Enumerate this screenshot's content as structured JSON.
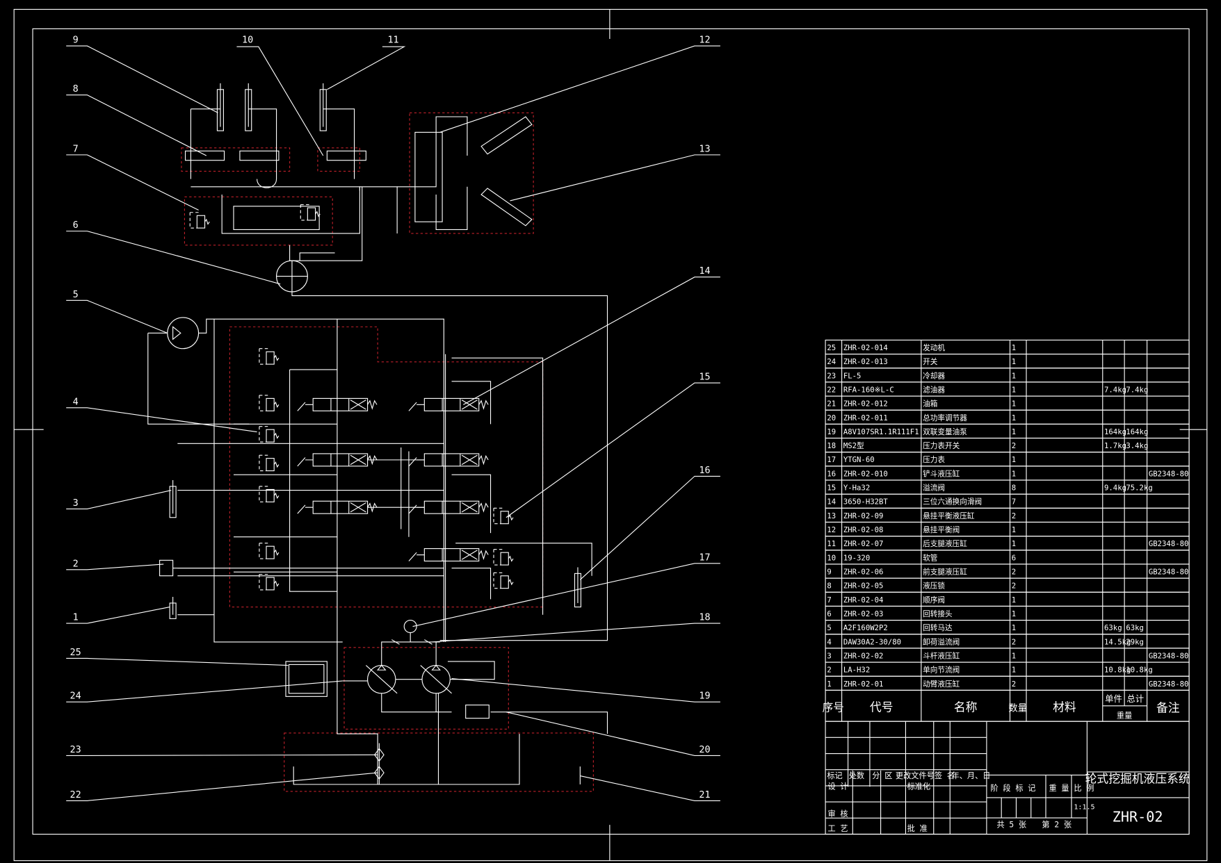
{
  "colors": {
    "background": "#000000",
    "lines": "#ffffff",
    "boundary": "#c0202a"
  },
  "callouts": {
    "left": [
      "9",
      "8",
      "7",
      "6",
      "5",
      "4",
      "3",
      "2",
      "1",
      "25",
      "24",
      "23",
      "22"
    ],
    "top": [
      "10",
      "11"
    ],
    "right": [
      "12",
      "13",
      "14",
      "15",
      "16",
      "17",
      "18",
      "19",
      "20",
      "21"
    ]
  },
  "parts": [
    {
      "no": "25",
      "code": "ZHR-02-014",
      "name": "发动机",
      "qty": "1",
      "material": "",
      "unit": "",
      "total": "",
      "note": ""
    },
    {
      "no": "24",
      "code": "ZHR-02-013",
      "name": "开关",
      "qty": "1",
      "material": "",
      "unit": "",
      "total": "",
      "note": ""
    },
    {
      "no": "23",
      "code": "FL-5",
      "name": "冷却器",
      "qty": "1",
      "material": "",
      "unit": "",
      "total": "",
      "note": ""
    },
    {
      "no": "22",
      "code": "RFA-160※L-C",
      "name": "滤油器",
      "qty": "1",
      "material": "",
      "unit": "7.4kg",
      "total": "7.4kg",
      "note": ""
    },
    {
      "no": "21",
      "code": "ZHR-02-012",
      "name": "油箱",
      "qty": "1",
      "material": "",
      "unit": "",
      "total": "",
      "note": ""
    },
    {
      "no": "20",
      "code": "ZHR-02-011",
      "name": "总功率调节器",
      "qty": "1",
      "material": "",
      "unit": "",
      "total": "",
      "note": ""
    },
    {
      "no": "19",
      "code": "A8V107SR1.1R111F1",
      "name": "双联变量油泵",
      "qty": "1",
      "material": "",
      "unit": "164kg",
      "total": "164kg",
      "note": ""
    },
    {
      "no": "18",
      "code": "MS2型",
      "name": "压力表开关",
      "qty": "2",
      "material": "",
      "unit": "1.7kg",
      "total": "3.4kg",
      "note": ""
    },
    {
      "no": "17",
      "code": "YTGN-60",
      "name": "压力表",
      "qty": "1",
      "material": "",
      "unit": "",
      "total": "",
      "note": ""
    },
    {
      "no": "16",
      "code": "ZHR-02-010",
      "name": "铲斗液压缸",
      "qty": "1",
      "material": "",
      "unit": "",
      "total": "",
      "note": "GB2348-80"
    },
    {
      "no": "15",
      "code": "Y-Ha32",
      "name": "溢流阀",
      "qty": "8",
      "material": "",
      "unit": "9.4kg",
      "total": "75.2kg",
      "note": ""
    },
    {
      "no": "14",
      "code": "3650-H32BT",
      "name": "三位六通换向滑阀",
      "qty": "7",
      "material": "",
      "unit": "",
      "total": "",
      "note": ""
    },
    {
      "no": "13",
      "code": "ZHR-02-09",
      "name": "悬挂平衡液压缸",
      "qty": "2",
      "material": "",
      "unit": "",
      "total": "",
      "note": ""
    },
    {
      "no": "12",
      "code": "ZHR-02-08",
      "name": "悬挂平衡阀",
      "qty": "1",
      "material": "",
      "unit": "",
      "total": "",
      "note": ""
    },
    {
      "no": "11",
      "code": "ZHR-02-07",
      "name": "后支腿液压缸",
      "qty": "1",
      "material": "",
      "unit": "",
      "total": "",
      "note": "GB2348-80"
    },
    {
      "no": "10",
      "code": "19-320",
      "name": "软管",
      "qty": "6",
      "material": "",
      "unit": "",
      "total": "",
      "note": ""
    },
    {
      "no": "9",
      "code": "ZHR-02-06",
      "name": "前支腿液压缸",
      "qty": "2",
      "material": "",
      "unit": "",
      "total": "",
      "note": "GB2348-80"
    },
    {
      "no": "8",
      "code": "ZHR-02-05",
      "name": "液压锁",
      "qty": "2",
      "material": "",
      "unit": "",
      "total": "",
      "note": ""
    },
    {
      "no": "7",
      "code": "ZHR-02-04",
      "name": "顺序阀",
      "qty": "1",
      "material": "",
      "unit": "",
      "total": "",
      "note": ""
    },
    {
      "no": "6",
      "code": "ZHR-02-03",
      "name": "回转接头",
      "qty": "1",
      "material": "",
      "unit": "",
      "total": "",
      "note": ""
    },
    {
      "no": "5",
      "code": "A2F160W2P2",
      "name": "回转马达",
      "qty": "1",
      "material": "",
      "unit": "63kg",
      "total": "63kg",
      "note": ""
    },
    {
      "no": "4",
      "code": "DAW30A2-30/80",
      "name": "卸荷溢流阀",
      "qty": "2",
      "material": "",
      "unit": "14.5kg",
      "total": "29kg",
      "note": ""
    },
    {
      "no": "3",
      "code": "ZHR-02-02",
      "name": "斗杆液压缸",
      "qty": "1",
      "material": "",
      "unit": "",
      "total": "",
      "note": "GB2348-80"
    },
    {
      "no": "2",
      "code": "LA-H32",
      "name": "单向节流阀",
      "qty": "1",
      "material": "",
      "unit": "10.8kg",
      "total": "10.8kg",
      "note": ""
    },
    {
      "no": "1",
      "code": "ZHR-02-01",
      "name": "动臂液压缸",
      "qty": "2",
      "material": "",
      "unit": "",
      "total": "",
      "note": "GB2348-80"
    }
  ],
  "header": {
    "no": "序号",
    "code": "代号",
    "name": "名称",
    "qty": "数量",
    "material": "材料",
    "unit": "单件",
    "total": "总计",
    "weight": "重量",
    "note": "备注"
  },
  "title_block": {
    "revision_labels": [
      "标记",
      "处数",
      "分 区",
      "更改文件号",
      "签 名",
      "年、月、日"
    ],
    "design": "设 计",
    "standardize": "标准化",
    "review": "审 核",
    "process": "工 艺",
    "approve": "批 准",
    "stage_mark": "阶 段 标 记",
    "weight": "重 量",
    "scale_label": "比 例",
    "scale": "1:1.5",
    "sheets_total": "共 5  张",
    "sheet_no": "第  2 张",
    "drawing_title": "轮式挖掘机液压系统",
    "drawing_no": "ZHR-02"
  }
}
